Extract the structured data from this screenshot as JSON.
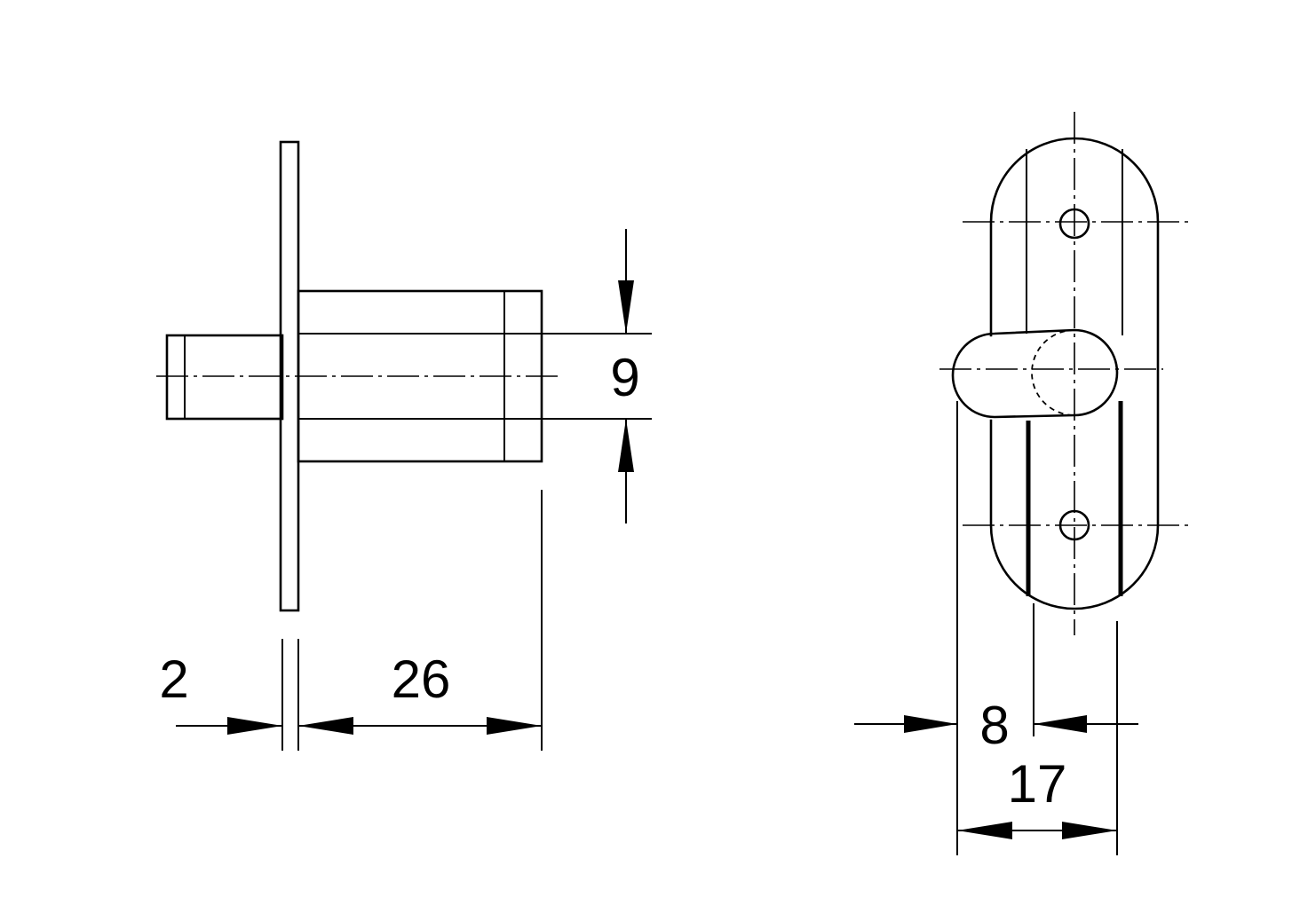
{
  "drawing": {
    "side_view": {
      "dimensions": {
        "plate_thickness": "2",
        "body_length": "26",
        "shaft_diameter": "9"
      }
    },
    "front_view": {
      "dimensions": {
        "bolt_offset": "8",
        "plate_width": "17"
      }
    }
  }
}
